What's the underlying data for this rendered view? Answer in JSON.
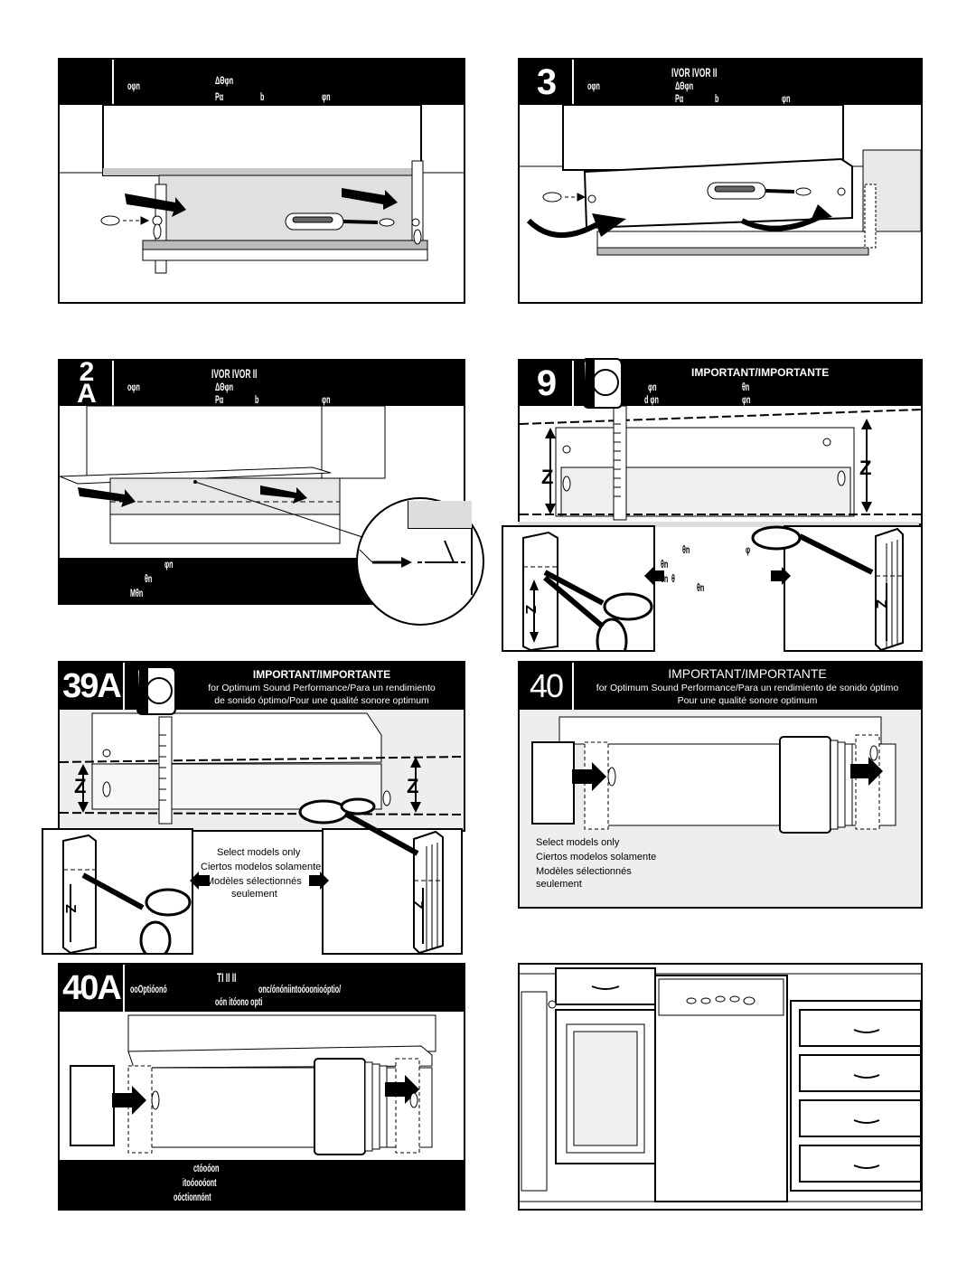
{
  "steps": {
    "p1": {
      "number": "",
      "g1": "oφn",
      "g2": "ΔΘφn",
      "g3": "Pα",
      "g4": "b",
      "g5": "φn"
    },
    "p3": {
      "number": "3",
      "g0": "IVOR IVOR II",
      "g1": "oφn",
      "g2": "ΔΘφn",
      "g3": "Pα",
      "g4": "b",
      "g5": "φn"
    },
    "p2a": {
      "number": "2\nA",
      "g0": "IVOR IVOR II",
      "g1": "oφn",
      "g2": "ΔΘφn",
      "g3": "Pα",
      "g4": "b",
      "g5": "φn",
      "foot1": "φn",
      "foot2": "θn",
      "foot3": "Mθn"
    },
    "p9": {
      "number": "9",
      "title": "IMPORTANT/IMPORTANTE",
      "g1": "φn",
      "g2": "θn",
      "g3": "d φn",
      "g4": "φn",
      "mid1": "θn",
      "mid2": "φ",
      "mid3": "θn",
      "mid4": "θ",
      "mid5": "θn",
      "mid6": "θn"
    },
    "p39a": {
      "number": "39A",
      "title": "IMPORTANT/IMPORTANTE",
      "line1": "for Optimum Sound Performance/Para un rendimiento",
      "line2": "de sonido óptimo/Pour une qualité sonore optimum",
      "cap1": "Select models only",
      "cap2": "Ciertos modelos solamente",
      "cap3": "Modèles sélectionnés",
      "cap4": "seulement"
    },
    "p40": {
      "number": "40",
      "title": "IMPORTANT/IMPORTANTE",
      "line1": "for Optimum Sound Performance/Para un rendimiento de sonido óptimo",
      "line2": "Pour une qualité sonore optimum",
      "cap1": "Select models only",
      "cap2": "Ciertos modelos solamente",
      "cap3": "Modèles sélectionnés",
      "cap4": "seulement"
    },
    "p40a": {
      "number": "40A",
      "g1": "ooOptióonó",
      "g2": "TI II II",
      "g3": "onc/ónóniintoóoonioóptio/",
      "g4": "oón itóono opti",
      "foot1": "ctóoóon",
      "foot2": "itoóooóont",
      "foot3": "oóctionnónt"
    },
    "label_z": "Z"
  }
}
